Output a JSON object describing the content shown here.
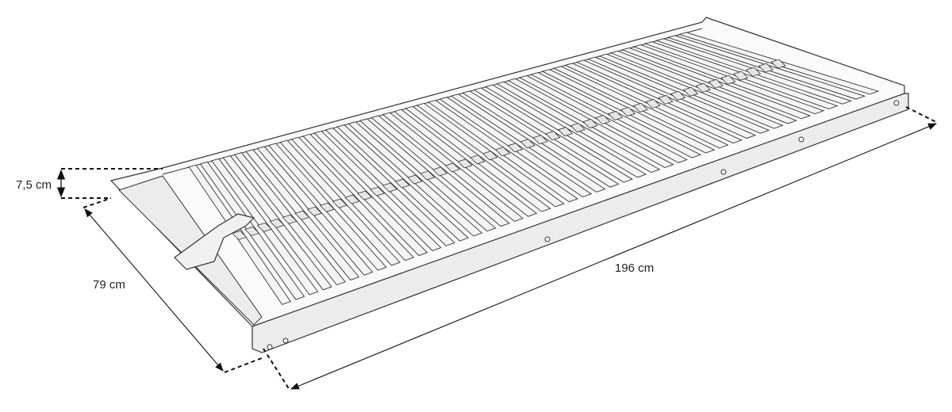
{
  "dimensions": {
    "height": "7,5 cm",
    "width": "79 cm",
    "length": "196 cm"
  },
  "product": {
    "slat_count": 44,
    "colors": {
      "line": "#333333",
      "slat_fill": "#f4f4f4",
      "rail_fill": "#ececec"
    }
  }
}
